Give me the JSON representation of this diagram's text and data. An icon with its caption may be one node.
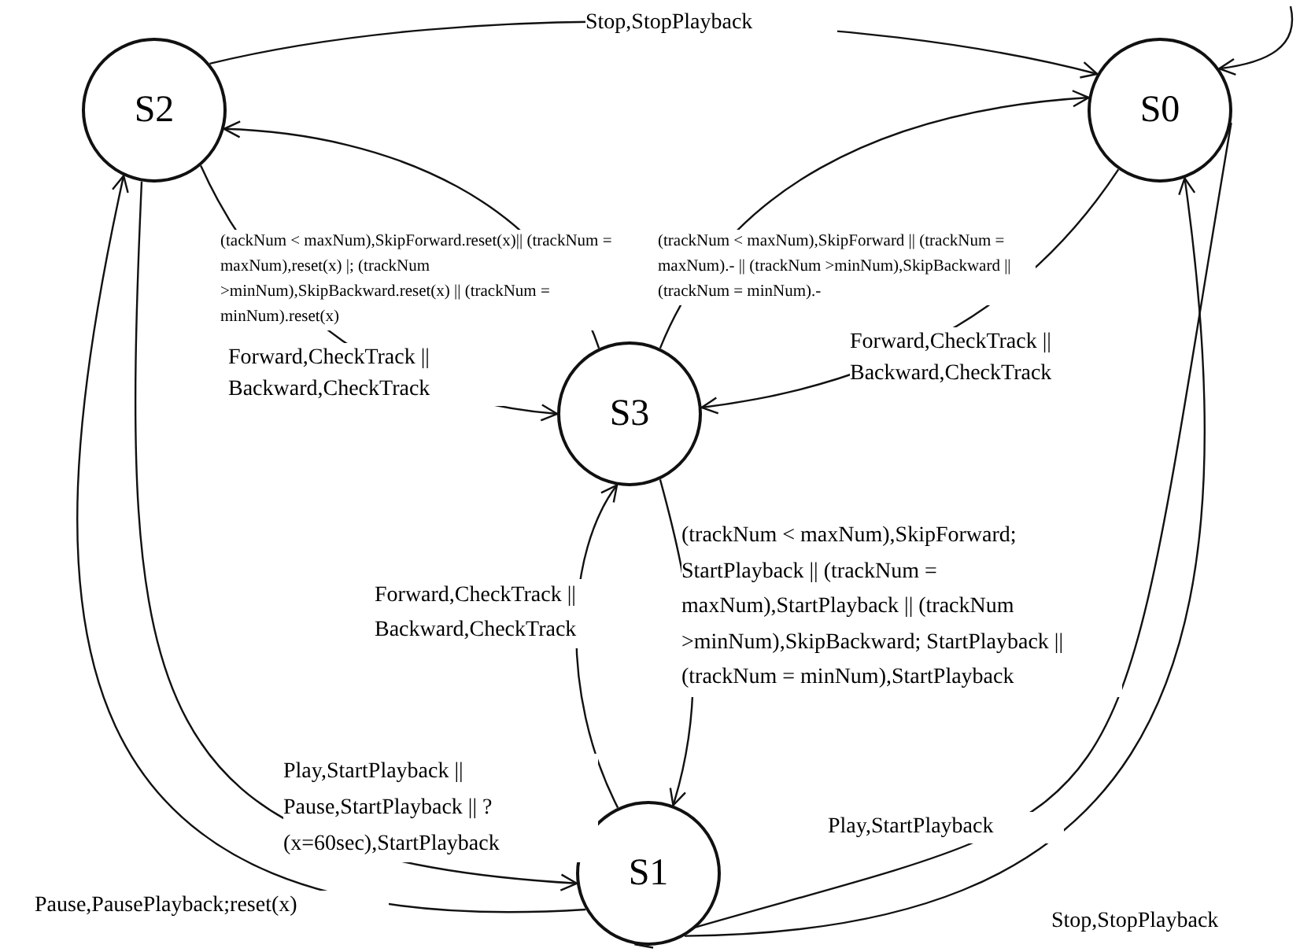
{
  "diagram": {
    "nodes": [
      {
        "text": [
          "S2"
        ]
      },
      {
        "text": [
          "S0"
        ]
      },
      {
        "text": [
          "S3"
        ]
      },
      {
        "text": [
          "S1"
        ]
      }
    ],
    "edges": [
      {
        "from": 0,
        "to": 1,
        "arrow": "to",
        "label": "Stop,StopPlayback"
      },
      {
        "from": null,
        "to": 1,
        "arrow": "to"
      },
      {
        "from": 2,
        "to": 0,
        "arrow": "to",
        "label": "(tackNum < maxNum),SkipForward.reset(x)|| (trackNum = maxNum),reset(x) |; (trackNum >minNum),SkipBackward.reset(x) || (trackNum = minNum).reset(x)"
      },
      {
        "from": 0,
        "to": 2,
        "arrow": "to",
        "label": "Forward,CheckTrack || Backward,CheckTrack"
      },
      {
        "from": 2,
        "to": 1,
        "arrow": "to",
        "label": "(trackNum < maxNum),SkipForward || (trackNum = maxNum).- || (trackNum >minNum),SkipBackward || (trackNum = minNum).-"
      },
      {
        "from": 1,
        "to": 2,
        "arrow": "to",
        "label": "Forward,CheckTrack || Backward,CheckTrack"
      },
      {
        "from": 3,
        "to": 2,
        "arrow": "to",
        "label": "Forward,CheckTrack || Backward,CheckTrack"
      },
      {
        "from": 2,
        "to": 3,
        "arrow": "to",
        "label": "(trackNum < maxNum),SkipForward; StartPlayback || (trackNum = maxNum),StartPlayback || (trackNum >minNum),SkipBackward; StartPlayback || (trackNum = minNum),StartPlayback"
      },
      {
        "from": 0,
        "to": 3,
        "arrow": "to",
        "label": "Play,StartPlayback || Pause,StartPlayback || ?(x=60sec),StartPlayback"
      },
      {
        "from": 3,
        "to": 0,
        "arrow": "to",
        "label": "Pause,PausePlayback;reset(x)"
      },
      {
        "from": 1,
        "to": 3,
        "arrow": "to",
        "label": "Play,StartPlayback"
      },
      {
        "from": 3,
        "to": 1,
        "arrow": "to",
        "label": "Stop,StopPlayback"
      }
    ]
  }
}
